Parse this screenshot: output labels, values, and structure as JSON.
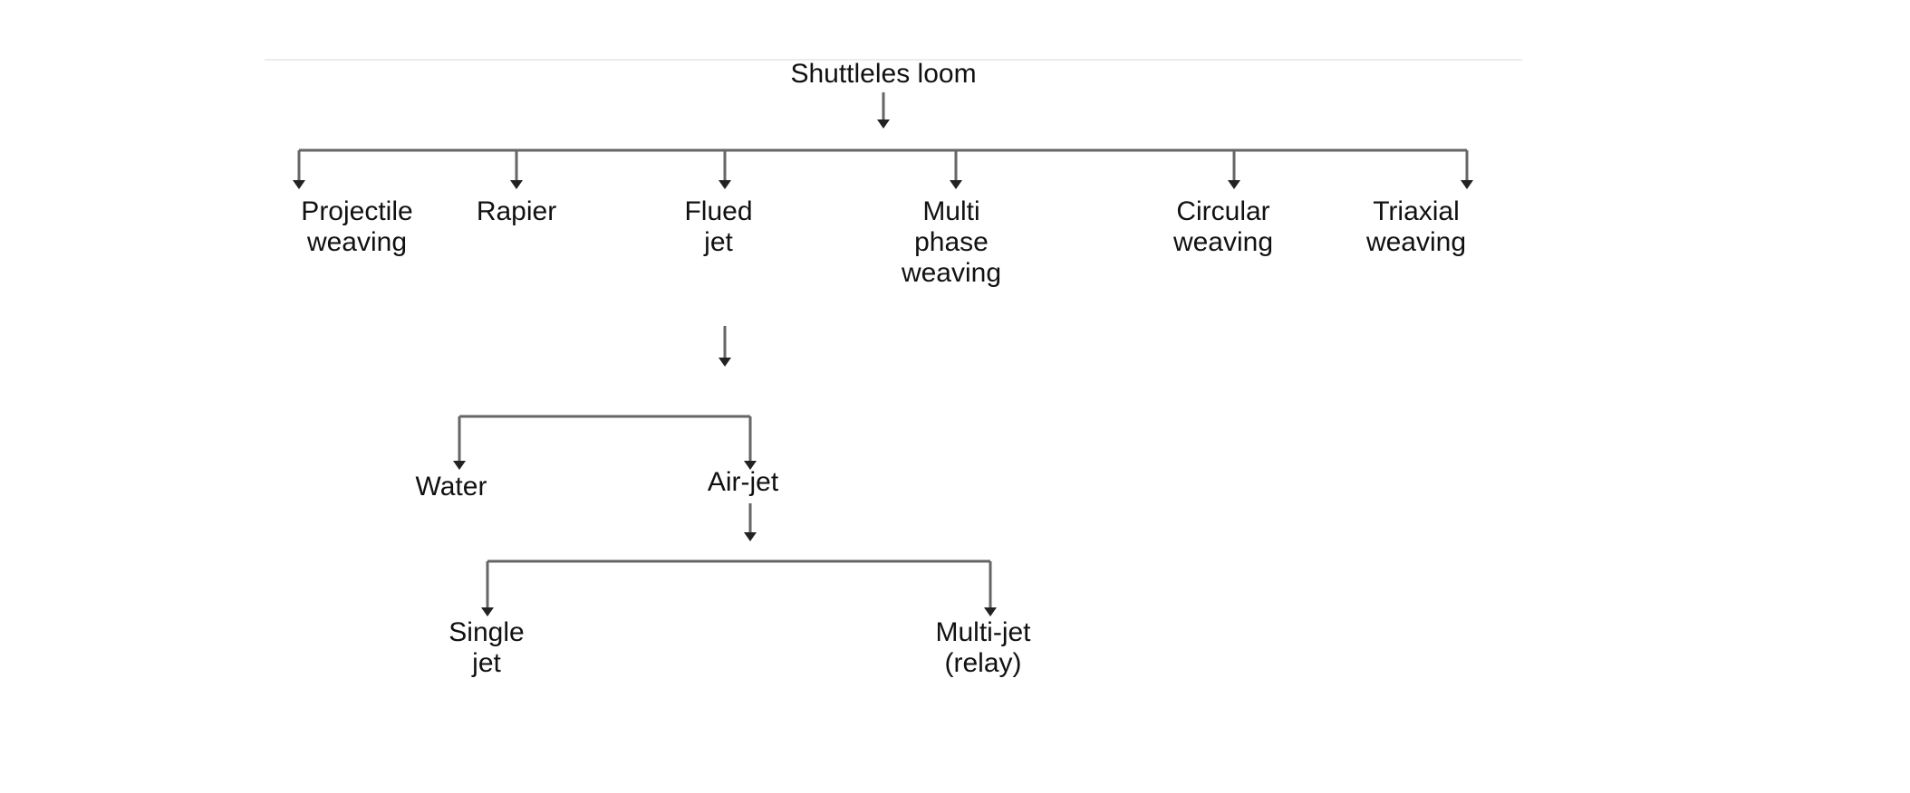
{
  "diagram": {
    "root": {
      "lines": [
        "Shuttleles loom"
      ]
    },
    "level1": [
      {
        "id": "projectile",
        "lines": [
          "Projectile",
          "weaving"
        ]
      },
      {
        "id": "rapier",
        "lines": [
          "Rapier"
        ]
      },
      {
        "id": "flued-jet",
        "lines": [
          "Flued",
          "jet"
        ]
      },
      {
        "id": "multi-phase",
        "lines": [
          "Multi",
          "phase",
          "weaving"
        ]
      },
      {
        "id": "circular",
        "lines": [
          "Circular",
          "weaving"
        ]
      },
      {
        "id": "triaxial",
        "lines": [
          "Triaxial",
          "weaving"
        ]
      }
    ],
    "level2": [
      {
        "id": "water",
        "lines": [
          "Water"
        ]
      },
      {
        "id": "air-jet",
        "lines": [
          "Air-jet"
        ]
      }
    ],
    "level3": [
      {
        "id": "single-jet",
        "lines": [
          "Single",
          "jet"
        ]
      },
      {
        "id": "multi-jet",
        "lines": [
          "Multi-jet",
          "(relay)"
        ]
      }
    ],
    "colors": {
      "line": "#666666",
      "text": "#111111",
      "arrow": "#222222"
    }
  }
}
